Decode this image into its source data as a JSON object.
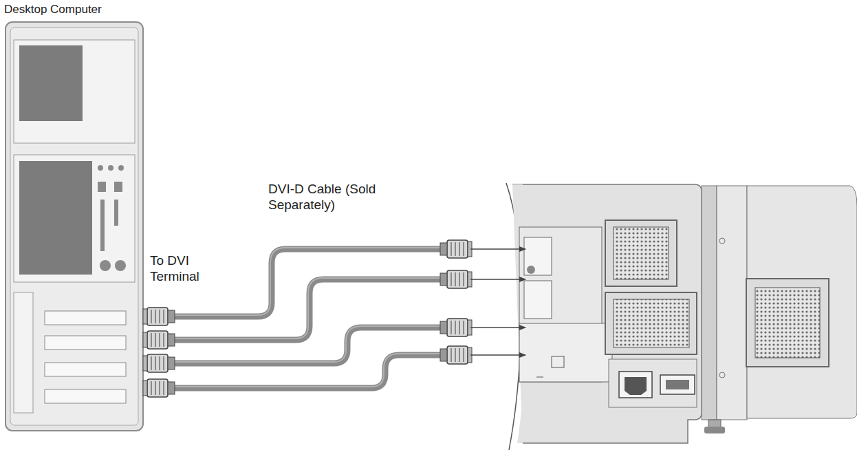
{
  "diagram": {
    "nodes": [
      {
        "text": [
          "Desktop Computer"
        ]
      }
    ],
    "labels": [
      "DVI-D Cable (Sold Separately)",
      "To DVI Terminal"
    ]
  }
}
